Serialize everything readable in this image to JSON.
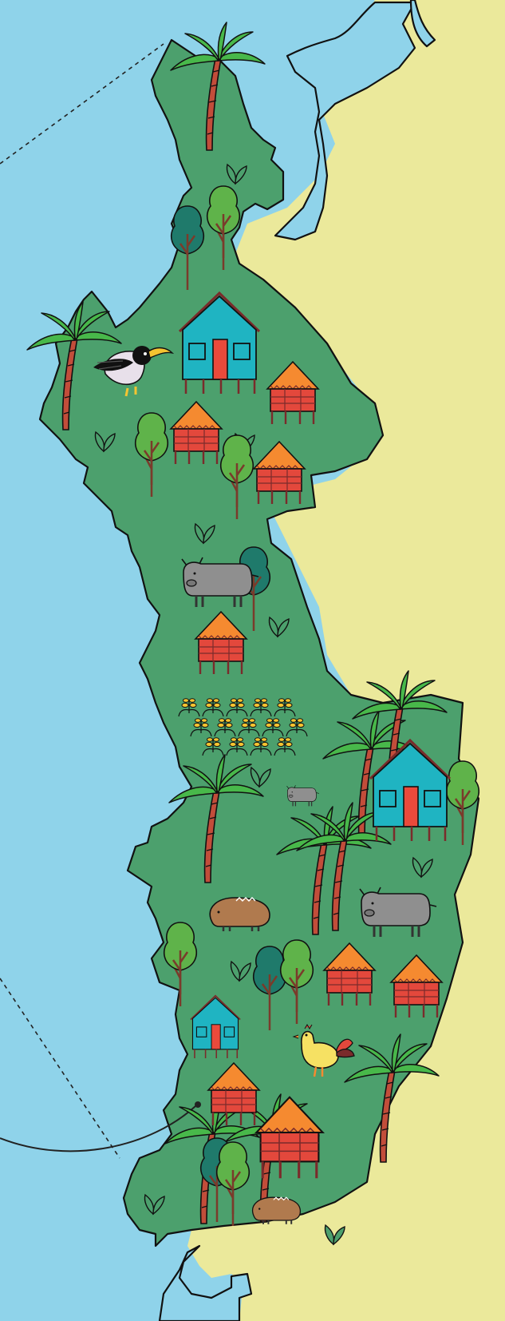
{
  "map": {
    "kind": "illustrated-island-map",
    "colors": {
      "sea": "#8fd3ea",
      "mainland": "#ebe99b",
      "island": "#4ca06d",
      "house_blue": "#1fb4c2",
      "hut_red": "#e3483c",
      "roof_orange": "#f58a30",
      "door_red": "#ea4a3b",
      "palm_trunk": "#c24d3a",
      "palm_leaves": "#48b84a",
      "tree_light": "#5fb34a",
      "tree_dark": "#1f7a6b",
      "buffalo": "#8f8f8f",
      "boar": "#b07a4e",
      "rice": "#f5c431",
      "chicken": "#f6e163"
    },
    "features": [
      {
        "type": "palm-tree",
        "count": 10
      },
      {
        "type": "tree",
        "count": 12
      },
      {
        "type": "stilt-house",
        "count": 3
      },
      {
        "type": "stilt-hut",
        "count": 9
      },
      {
        "type": "water-buffalo",
        "count": 3
      },
      {
        "type": "boar",
        "count": 2
      },
      {
        "type": "hornbill",
        "count": 1
      },
      {
        "type": "chicken",
        "count": 1
      },
      {
        "type": "rice-field",
        "count": 1
      },
      {
        "type": "leaf-sprout",
        "count": 11
      }
    ],
    "routes": [
      {
        "type": "dotted-line",
        "label": ""
      },
      {
        "type": "dotted-line",
        "label": ""
      },
      {
        "type": "solid-line",
        "label": ""
      }
    ]
  }
}
